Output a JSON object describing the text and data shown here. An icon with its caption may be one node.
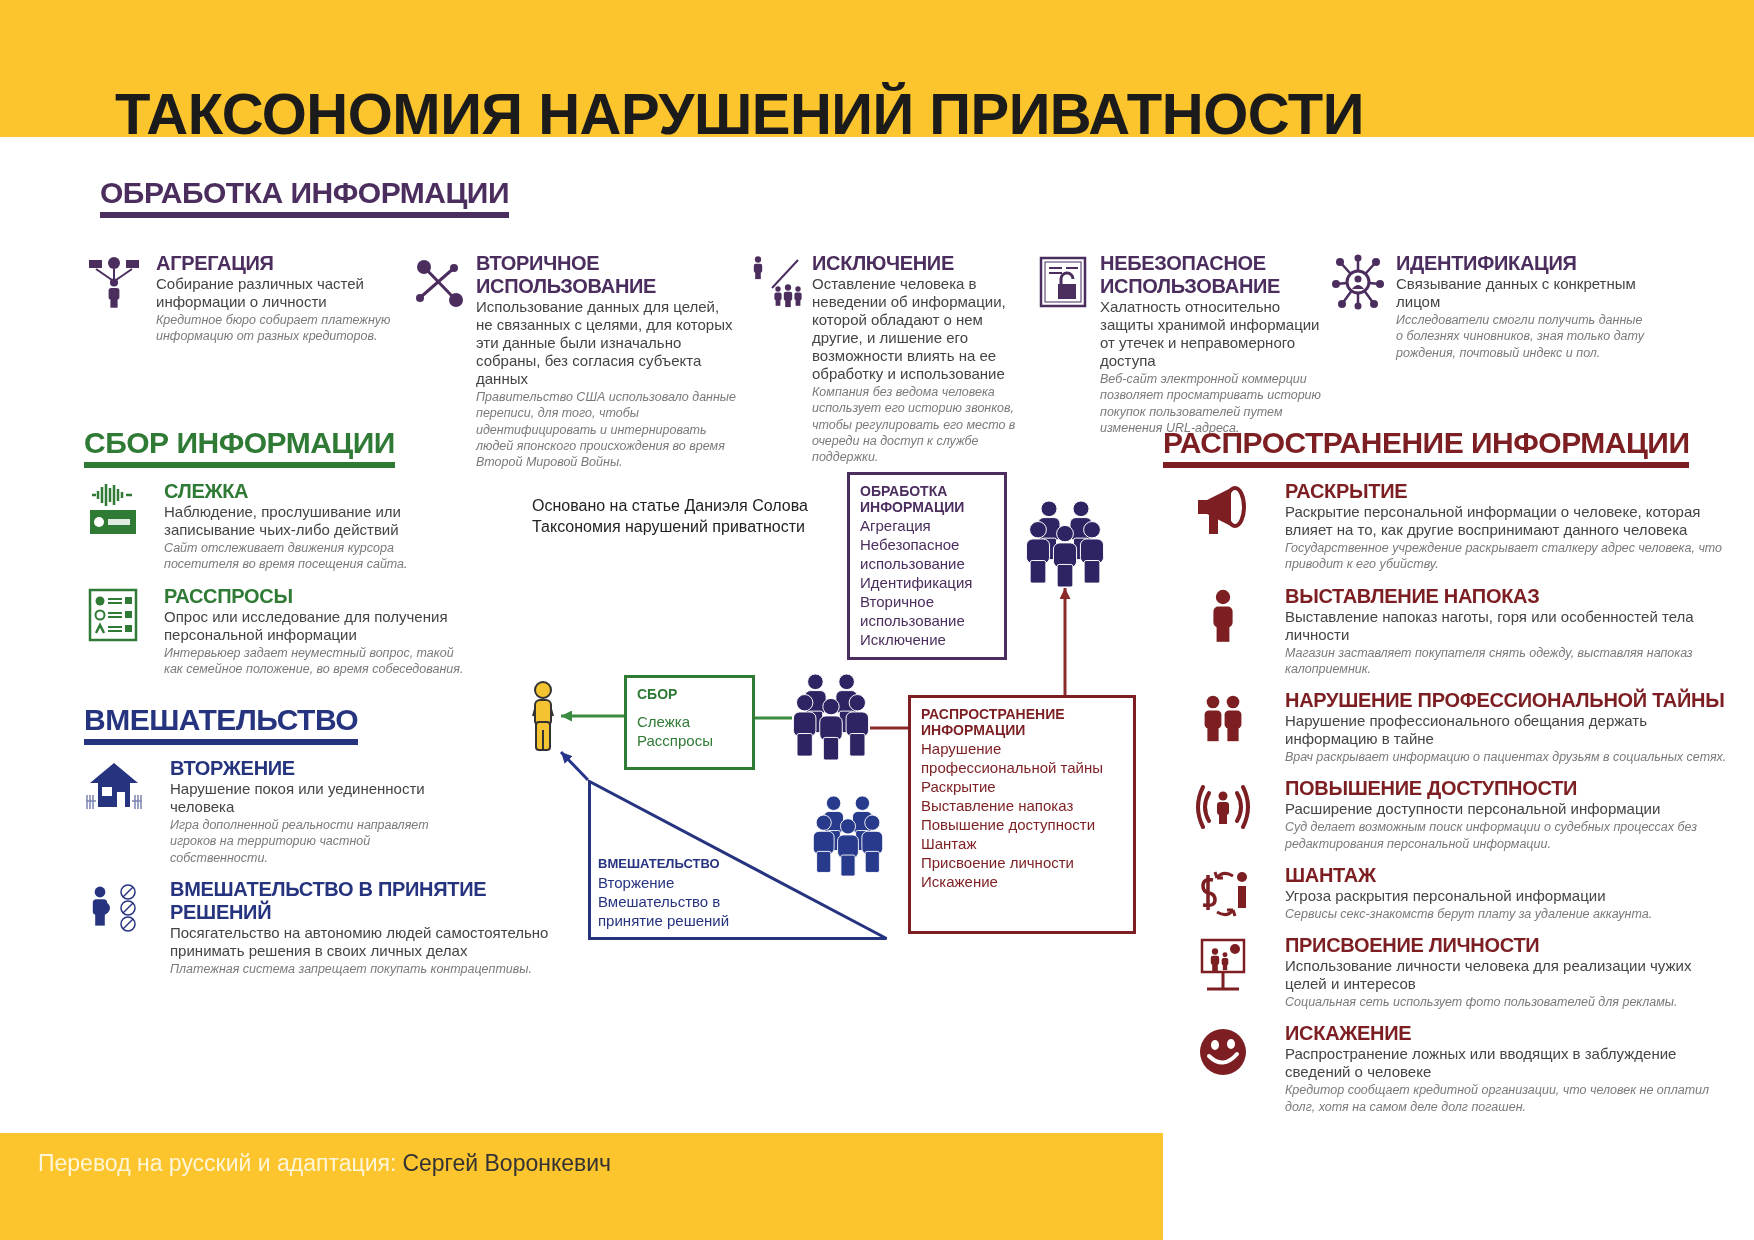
{
  "diagram": {
    "title": "ТАКСОНОМИЯ НАРУШЕНИЙ ПРИВАТНОСТИ",
    "nodes": [
      {
        "text": [
          "ОБРАБОТКА ИНФОРМАЦИИ",
          "Агрегация",
          "Небезопасное использование",
          "Идентификация",
          "Вторичное использование",
          "Исключение"
        ]
      },
      {
        "text": [],
        "shape": "people"
      },
      {
        "text": [],
        "shape": "person"
      },
      {
        "text": [
          "СБОР",
          "Слежка",
          "Расспросы"
        ]
      },
      {
        "text": [],
        "shape": "people"
      },
      {
        "text": [
          "РАСПРОСТРАНЕНИЕ ИНФОРМАЦИИ",
          "Нарушение профессиональной тайны",
          "Раскрытие",
          "Выставление напоказ",
          "Повышение доступности",
          "Шантаж",
          "Присвоение личности",
          "Искажение"
        ]
      },
      {
        "text": [
          "ВМЕШАТЕЛЬСТВО",
          "Вторжение",
          "Вмешательство в принятие решений"
        ]
      },
      {
        "text": [],
        "shape": "people"
      }
    ],
    "edges": [
      {
        "from": 4,
        "to": 3,
        "arrow": "none",
        "color": "#3a8a3f"
      },
      {
        "from": 3,
        "to": 2,
        "arrow": "to",
        "color": "#3a8a3f"
      },
      {
        "from": 4,
        "to": 5,
        "arrow": "none",
        "color": "#8a2a2a"
      },
      {
        "from": 5,
        "to": 1,
        "arrow": "to",
        "color": "#8a2a2a"
      },
      {
        "from": 6,
        "to": 2,
        "arrow": "to",
        "color": "#27348b"
      }
    ],
    "labels": [
      "ОБРАБОТКА ИНФОРМАЦИИ",
      "АГРЕГАЦИЯ",
      "Собирание различных частей информации о личности",
      "Кредитное бюро собирает платежную информацию от разных кредиторов.",
      "ВТОРИЧНОЕ ИСПОЛЬЗОВАНИЕ",
      "Использование данных для целей, не связанных с целями, для которых эти данные были изначально собраны, без согласия субъекта данных",
      "Правительство США использовало данные переписи, для того, чтобы идентифицировать и интернировать людей японского происхождения во время Второй Мировой Войны.",
      "ИСКЛЮЧЕНИЕ",
      "Оставление человека в неведении об информации, которой обладают о нем другие, и лишение его возможности влиять на ее обработку и использование",
      "Компания без ведома человека использует его историю звонков, чтобы регулировать его место в очереди на доступ к службе поддержки.",
      "НЕБЕЗОПАСНОЕ ИСПОЛЬЗОВАНИЕ",
      "Халатность относительно защиты хранимой информации от утечек и неправомерного доступа",
      "Веб-сайт электронной коммерции позволяет просматривать историю покупок пользователей путем изменения URL-адреса.",
      "ИДЕНТИФИКАЦИЯ",
      "Связывание данных с конкретным лицом",
      "Исследователи смогли получить данные о болезнях чиновников, зная только дату рождения, почтовый индекс и пол.",
      "СБОР ИНФОРМАЦИИ",
      "СЛЕЖКА",
      "Наблюдение, прослушивание или записывание чьих-либо действий",
      "Сайт отслеживает движения курсора посетителя во время посещения сайта.",
      "РАССПРОСЫ",
      "Опрос или исследование для получения персональной информации",
      "Интервьюер задает неуместный вопрос, такой как семейное положение, во время собеседования.",
      "ВМЕШАТЕЛЬСТВО",
      "ВТОРЖЕНИЕ",
      "Нарушение покоя или уединенности человека",
      "Игра дополненной реальности направляет игроков на территорию частной собственности.",
      "ВМЕШАТЕЛЬСТВО В ПРИНЯТИЕ РЕШЕНИЙ",
      "Посягательство на автономию людей самостоятельно принимать решения в своих личных делах",
      "Платежная система запрещает покупать контрацептивы.",
      "Основано на статье Даниэля Солова Таксономия нарушений приватности",
      "РАСПРОСТРАНЕНИЕ ИНФОРМАЦИИ",
      "РАСКРЫТИЕ",
      "Раскрытие персональной информации о человеке, которая влияет на то, как другие воспринимают данного человека",
      "Государственное учреждение раскрывает сталкеру адрес человека, что приводит к его убийству.",
      "ВЫСТАВЛЕНИЕ НАПОКАЗ",
      "Выставление напоказ наготы, горя или особенностей тела личности",
      "Магазин заставляет покупателя снять одежду, выставляя напоказ калоприемник.",
      "НАРУШЕНИЕ ПРОФЕССИОНАЛЬНОЙ ТАЙНЫ",
      "Нарушение профессионального обещания держать информацию в тайне",
      "Врач раскрывает информацию о пациентах друзьям в социальных сетях.",
      "ПОВЫШЕНИЕ ДОСТУПНОСТИ",
      "Расширение доступности персональной информации",
      "Суд делает возможным поиск информации о судебных процессах без редактирования персональной информации.",
      "ШАНТАЖ",
      "Угроза раскрытия персональной информации",
      "Сервисы секс-знакомств берут плату за удаление аккаунта.",
      "ПРИСВОЕНИЕ ЛИЧНОСТИ",
      "Использование личности человека для реализации чужих целей и интересов",
      "Социальная сеть использует фото пользователей для рекламы.",
      "ИСКАЖЕНИЕ",
      "Распространение ложных или вводящих в заблуждение сведений о человеке",
      "Кредитор сообщает кредитной организации, что человек не оплатил долг, хотя на самом деле долг погашен.",
      "Перевод на русский и адаптация:",
      "Сергей Воронкевич"
    ]
  }
}
